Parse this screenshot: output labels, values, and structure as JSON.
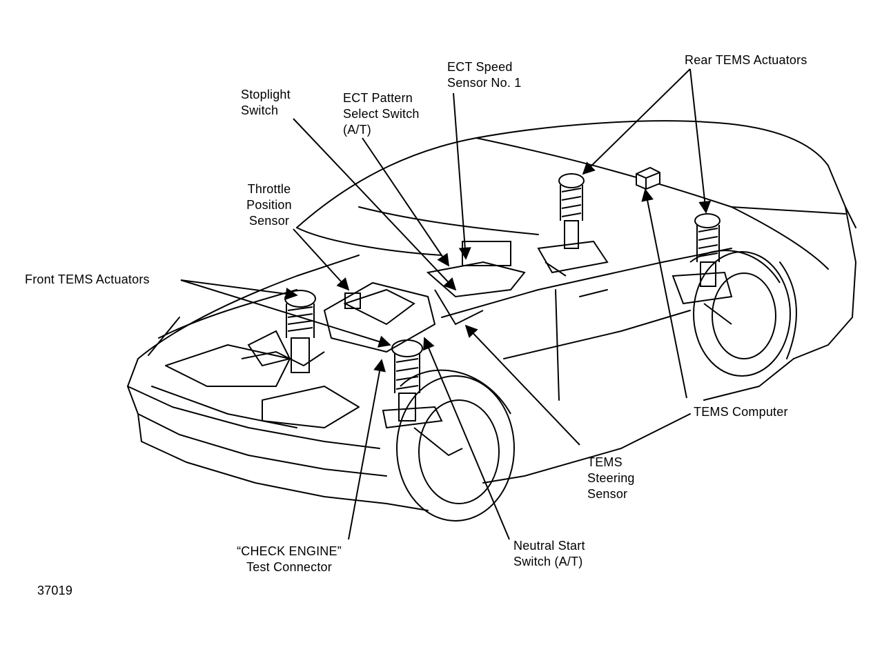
{
  "labels": {
    "ect_speed_sensor": [
      "ECT Speed",
      "Sensor No. 1"
    ],
    "rear_tems_actuators": [
      "Rear TEMS Actuators"
    ],
    "stoplight_switch": [
      "Stoplight",
      "Switch"
    ],
    "ect_pattern_select": [
      "ECT Pattern",
      "Select Switch",
      "(A/T)"
    ],
    "throttle_position_sensor": [
      "Throttle",
      "Position",
      "Sensor"
    ],
    "front_tems_actuators": [
      "Front TEMS Actuators"
    ],
    "tems_computer": [
      "TEMS Computer"
    ],
    "tems_steering_sensor": [
      "TEMS",
      "Steering",
      "Sensor"
    ],
    "check_engine_connector": [
      "“CHECK ENGINE”",
      "Test Connector"
    ],
    "neutral_start_switch": [
      "Neutral Start",
      "Switch (A/T)"
    ]
  },
  "figure_number": "37019"
}
